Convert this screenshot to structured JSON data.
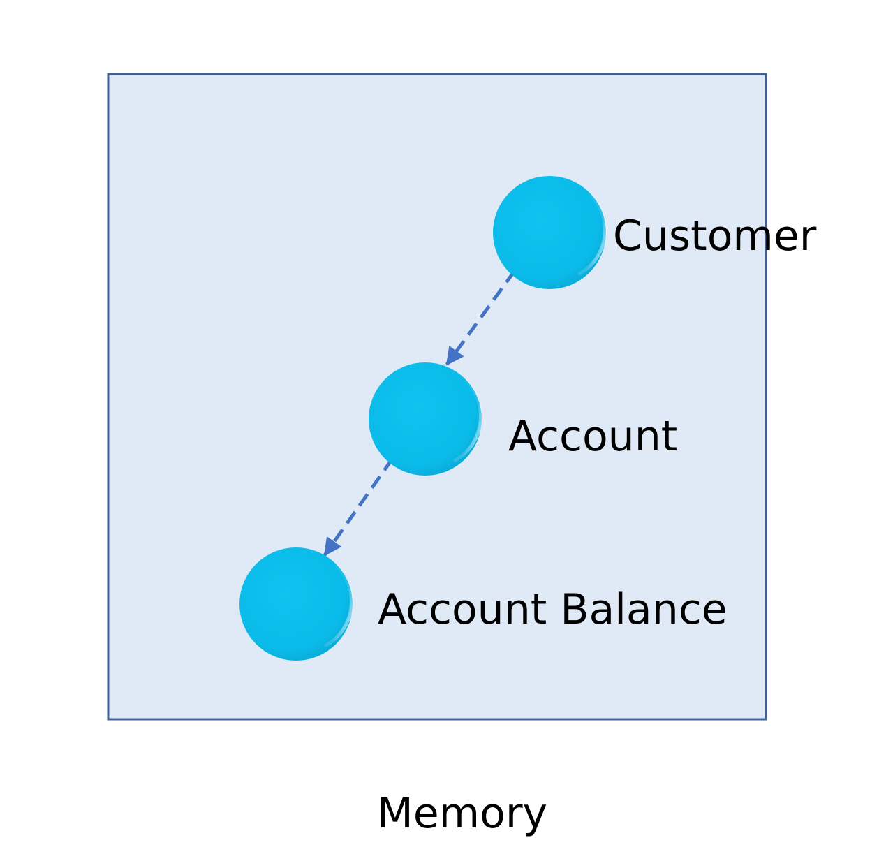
{
  "diagram": {
    "container_fill": "#dfeaf6",
    "container_stroke": "#41609a",
    "node_color": "#0abbe9",
    "arrow_color": "#4472c4",
    "caption": "Memory",
    "nodes": [
      {
        "id": "customer",
        "label": "Customer"
      },
      {
        "id": "account",
        "label": "Account"
      },
      {
        "id": "account-balance",
        "label": "Account Balance"
      }
    ],
    "edges": [
      {
        "from": "customer",
        "to": "account",
        "style": "dashed"
      },
      {
        "from": "account",
        "to": "account-balance",
        "style": "dashed"
      }
    ]
  }
}
